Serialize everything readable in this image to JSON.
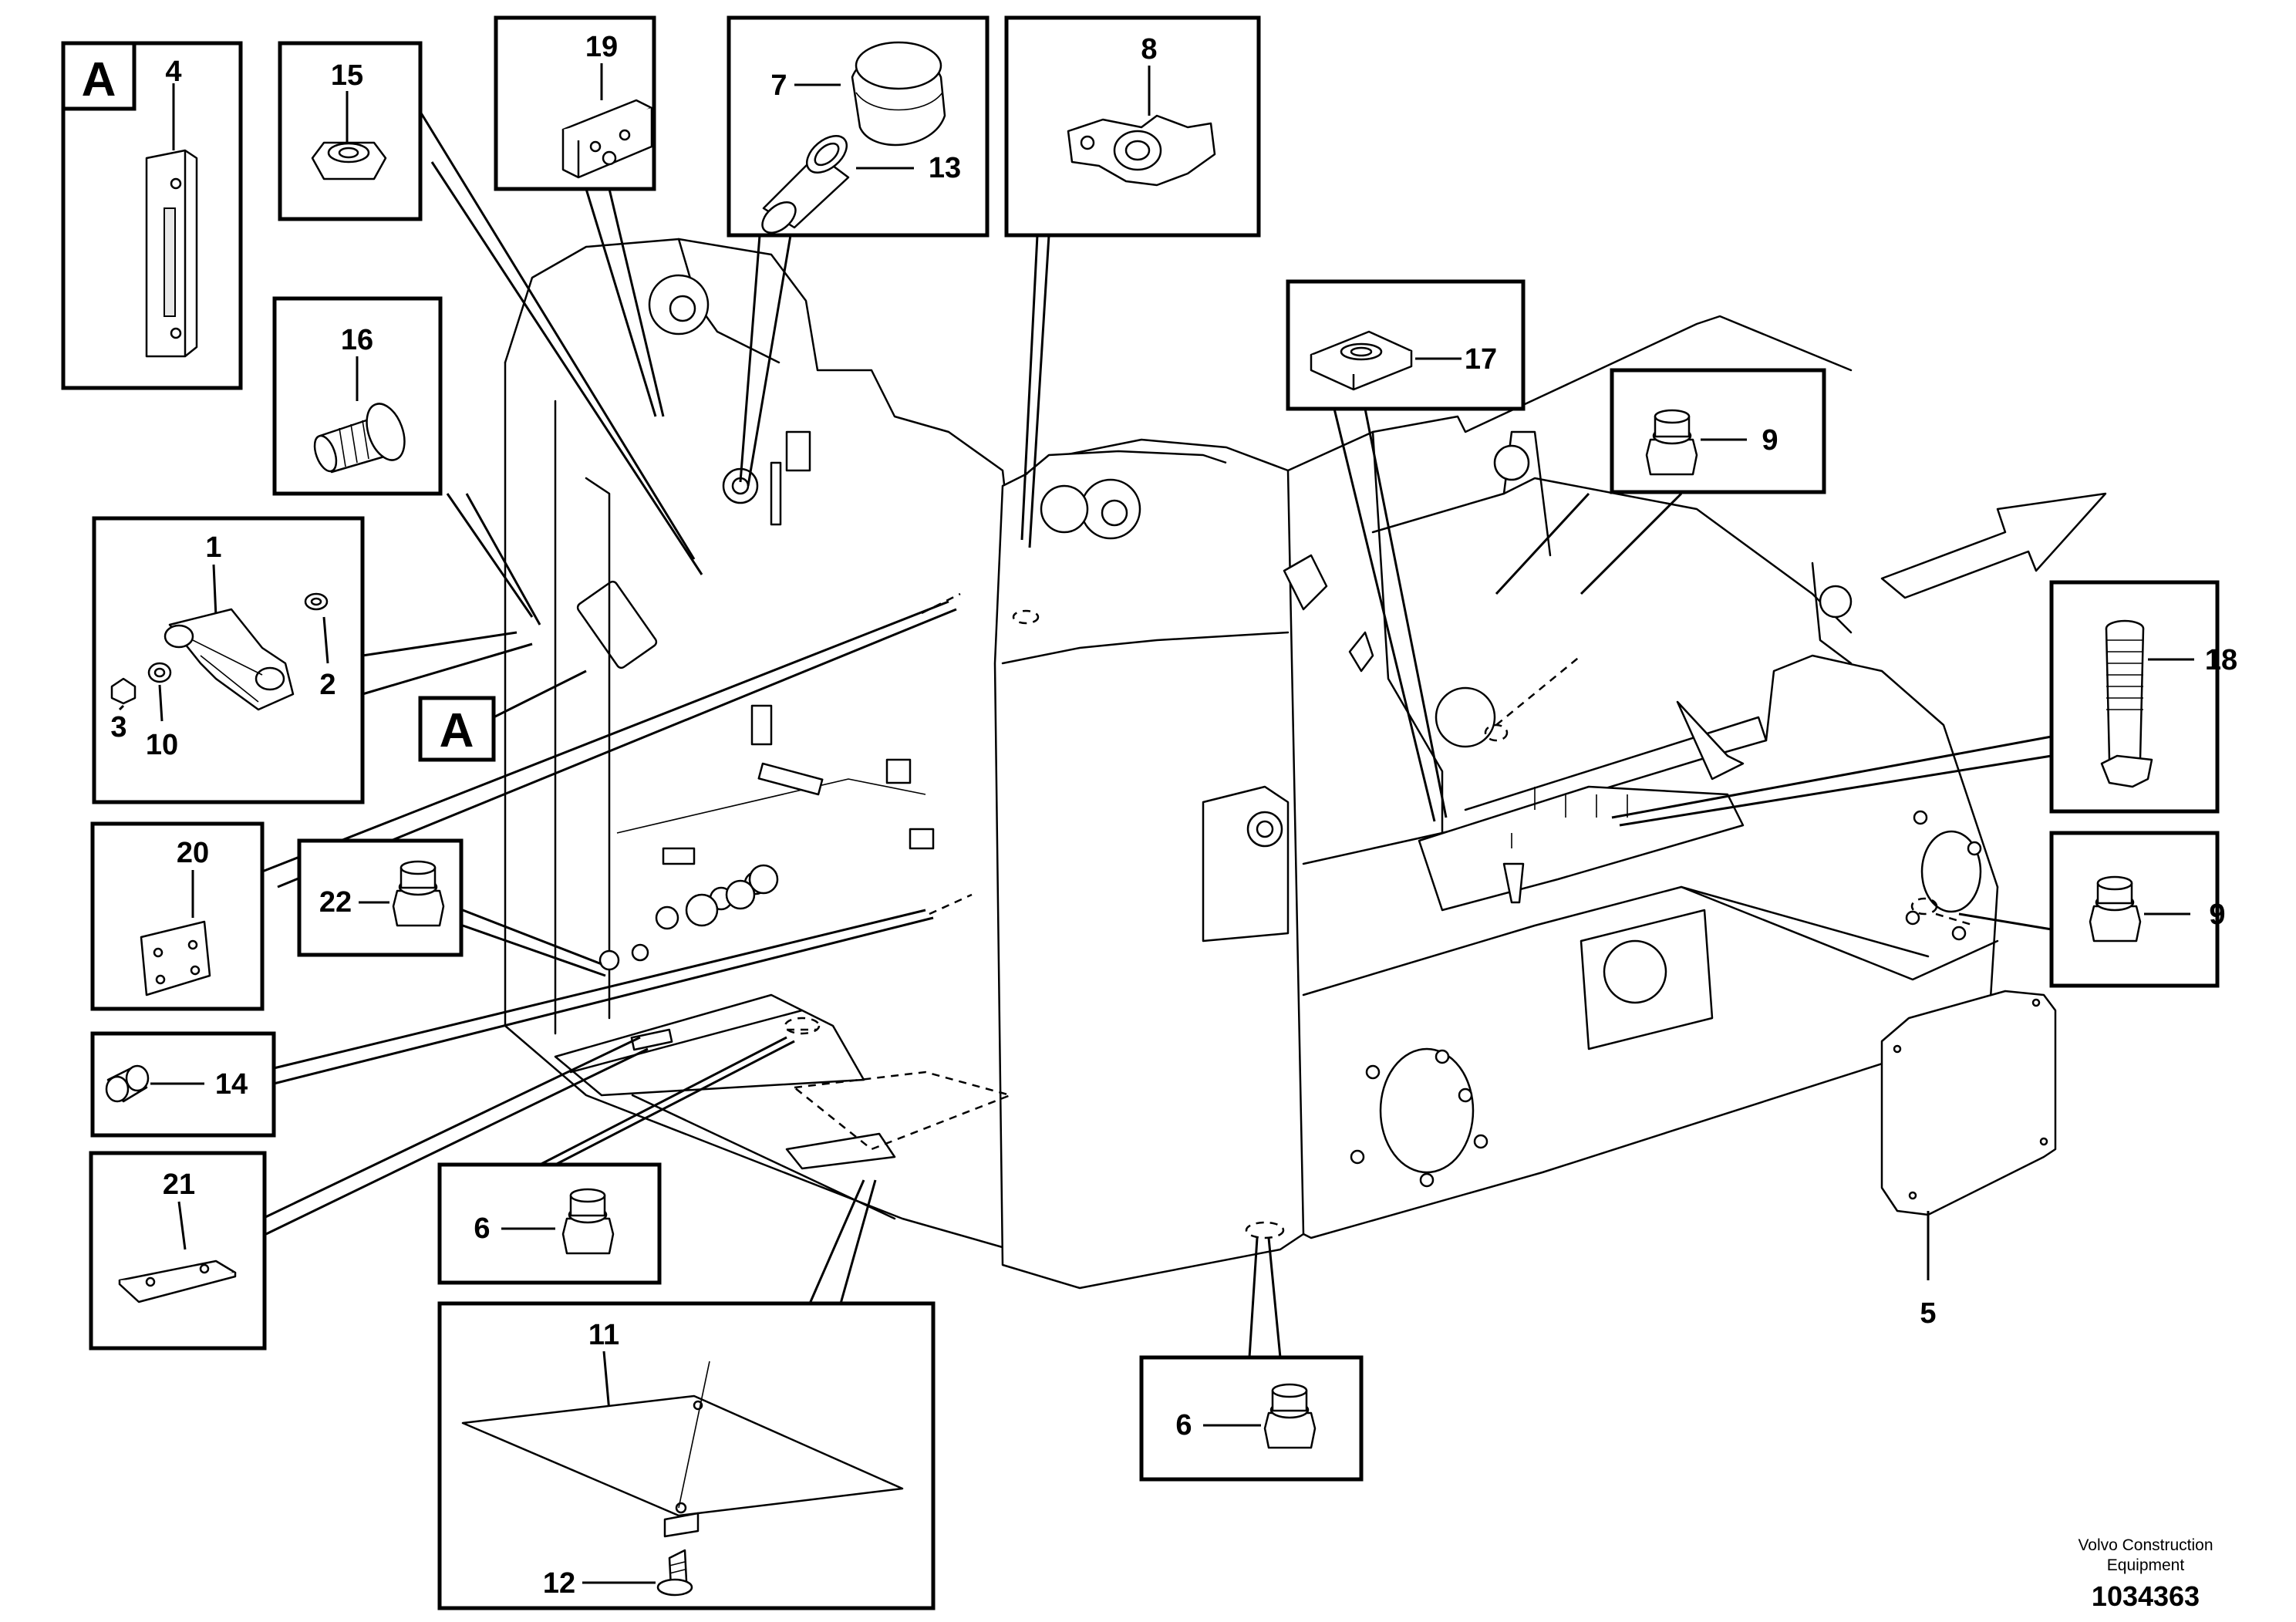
{
  "callouts": {
    "c1": "1",
    "c2": "2",
    "c3": "3",
    "c4": "4",
    "c5": "5",
    "c6a": "6",
    "c6b": "6",
    "c7": "7",
    "c8": "8",
    "c9a": "9",
    "c9b": "9",
    "c10": "10",
    "c11": "11",
    "c12": "12",
    "c13": "13",
    "c14": "14",
    "c15": "15",
    "c16": "16",
    "c17": "17",
    "c18": "18",
    "c19": "19",
    "c20": "20",
    "c21": "21",
    "c22": "22"
  },
  "markers": {
    "detail_a_box": "A",
    "detail_a_ref": "A"
  },
  "footer": {
    "company_line1": "Volvo Construction",
    "company_line2": "Equipment",
    "drawing_number": "1034363"
  }
}
